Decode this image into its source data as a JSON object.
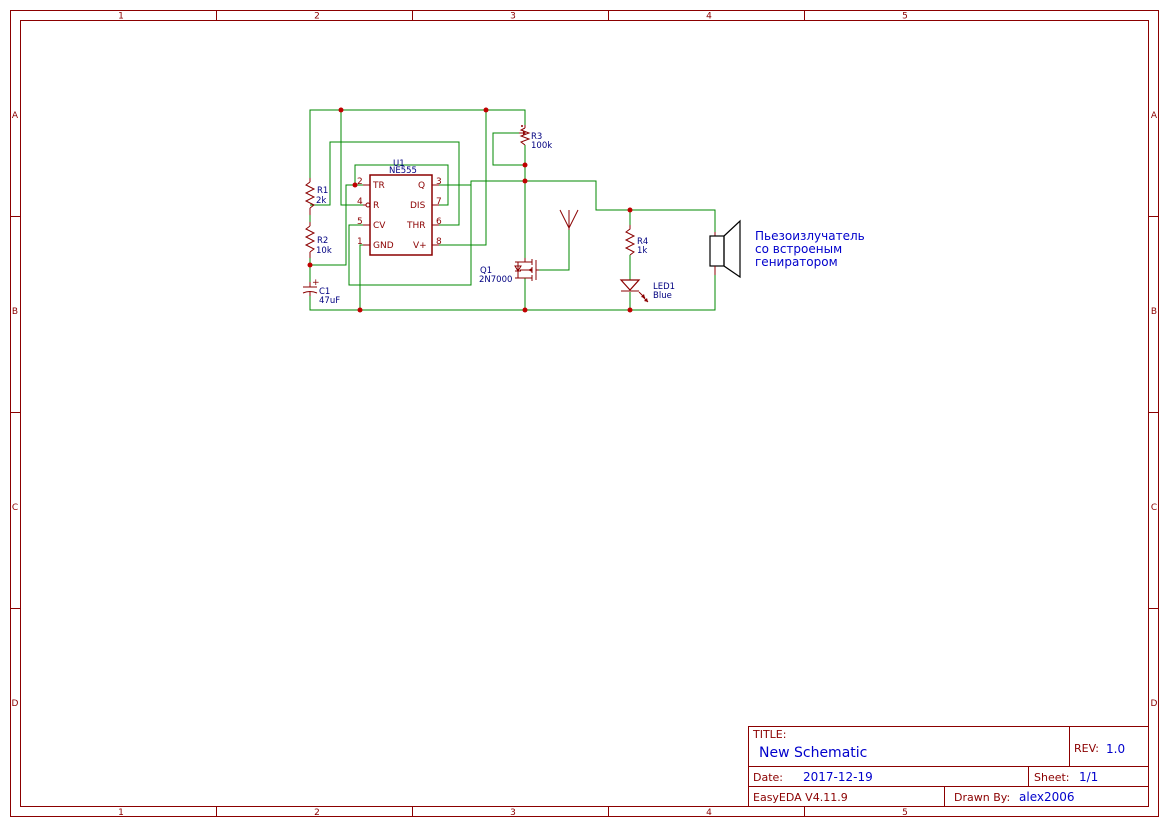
{
  "frame": {
    "columns": [
      "1",
      "2",
      "3",
      "4",
      "5"
    ],
    "rows": [
      "A",
      "B",
      "C",
      "D"
    ]
  },
  "components": {
    "u1": {
      "ref": "U1",
      "value": "NE555",
      "pins_left": [
        {
          "num": "2",
          "name": "TR"
        },
        {
          "num": "4",
          "name": "R"
        },
        {
          "num": "5",
          "name": "CV"
        },
        {
          "num": "1",
          "name": "GND"
        }
      ],
      "pins_right": [
        {
          "num": "3",
          "name": "Q"
        },
        {
          "num": "7",
          "name": "DIS"
        },
        {
          "num": "6",
          "name": "THR"
        },
        {
          "num": "8",
          "name": "V+"
        }
      ]
    },
    "r1": {
      "ref": "R1",
      "value": "2k"
    },
    "r2": {
      "ref": "R2",
      "value": "10k"
    },
    "r3": {
      "ref": "R3",
      "value": "100k"
    },
    "r4": {
      "ref": "R4",
      "value": "1k"
    },
    "c1": {
      "ref": "C1",
      "value": "47uF"
    },
    "q1": {
      "ref": "Q1",
      "value": "2N7000"
    },
    "led1": {
      "ref": "LED1",
      "value": "Blue"
    }
  },
  "annotation": {
    "lines": [
      "Пьезоизлучатель",
      "со встроеным",
      "гениратором"
    ]
  },
  "title_block": {
    "title_label": "TITLE:",
    "title": "New Schematic",
    "rev_label": "REV:",
    "rev": "1.0",
    "date_label": "Date:",
    "date": "2017-12-19",
    "sheet_label": "Sheet:",
    "sheet": "1/1",
    "software": "EasyEDA V4.11.9",
    "drawn_by_label": "Drawn By:",
    "drawn_by": "alex2006"
  },
  "colors": {
    "frame": "#8b0000",
    "wire": "#008800",
    "reference": "#000080",
    "text": "#0000cc"
  }
}
